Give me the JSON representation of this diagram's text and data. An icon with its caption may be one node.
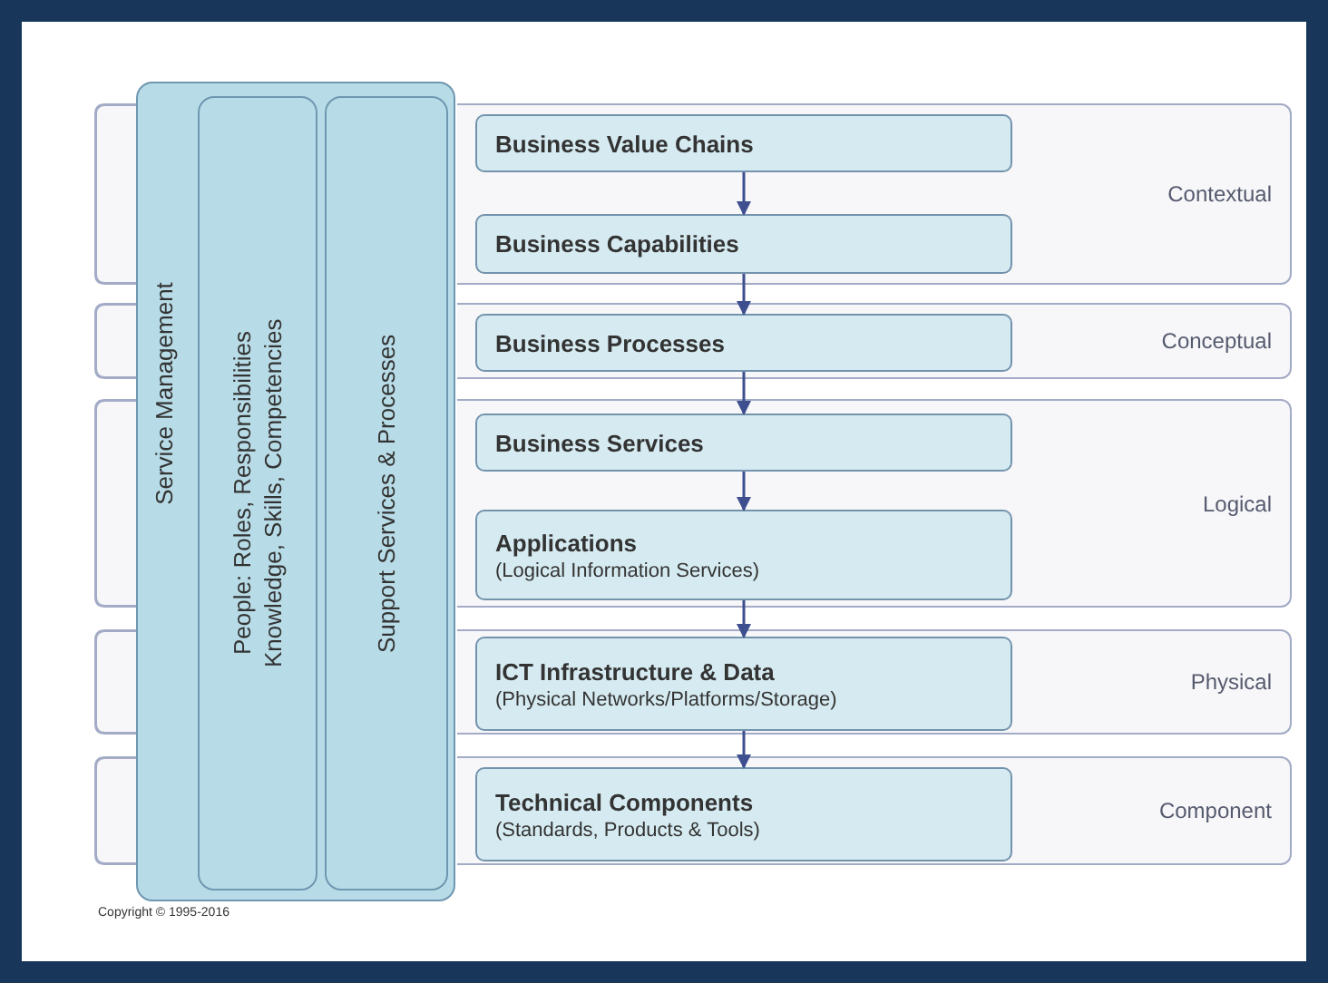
{
  "diagram": {
    "nodes": [
      {
        "text": [
          "Service Management"
        ]
      },
      {
        "text": [
          "People: Roles, Responsibilities Knowledge, Skills, Competencies"
        ],
        "in": 0
      },
      {
        "text": [
          "Support Services & Processes"
        ],
        "in": 0
      },
      {
        "text": [
          "Contextual"
        ]
      },
      {
        "text": [
          "Business Value Chains"
        ],
        "in": 3
      },
      {
        "text": [
          "Business Capabilities"
        ],
        "in": 3
      },
      {
        "text": [
          "Conceptual"
        ]
      },
      {
        "text": [
          "Business Processes"
        ],
        "in": 6
      },
      {
        "text": [
          "Logical"
        ]
      },
      {
        "text": [
          "Business Services"
        ],
        "in": 8
      },
      {
        "text": [
          "Applications",
          "(Logical Information Services)"
        ],
        "in": 8
      },
      {
        "text": [
          "Physical"
        ]
      },
      {
        "text": [
          "ICT Infrastructure & Data",
          "(Physical Networks/Platforms/Storage)"
        ],
        "in": 11
      },
      {
        "text": [
          "Component"
        ]
      },
      {
        "text": [
          "Technical Components",
          "(Standards, Products & Tools)"
        ],
        "in": 13
      }
    ],
    "edges": [
      {
        "from": 4,
        "to": 5,
        "arrow": "to"
      },
      {
        "from": 5,
        "to": 7,
        "arrow": "to"
      },
      {
        "from": 7,
        "to": 9,
        "arrow": "to"
      },
      {
        "from": 9,
        "to": 10,
        "arrow": "to"
      },
      {
        "from": 10,
        "to": 12,
        "arrow": "to"
      },
      {
        "from": 12,
        "to": 14,
        "arrow": "to"
      }
    ],
    "labels": [
      "Copyright © 1995-2016"
    ]
  }
}
